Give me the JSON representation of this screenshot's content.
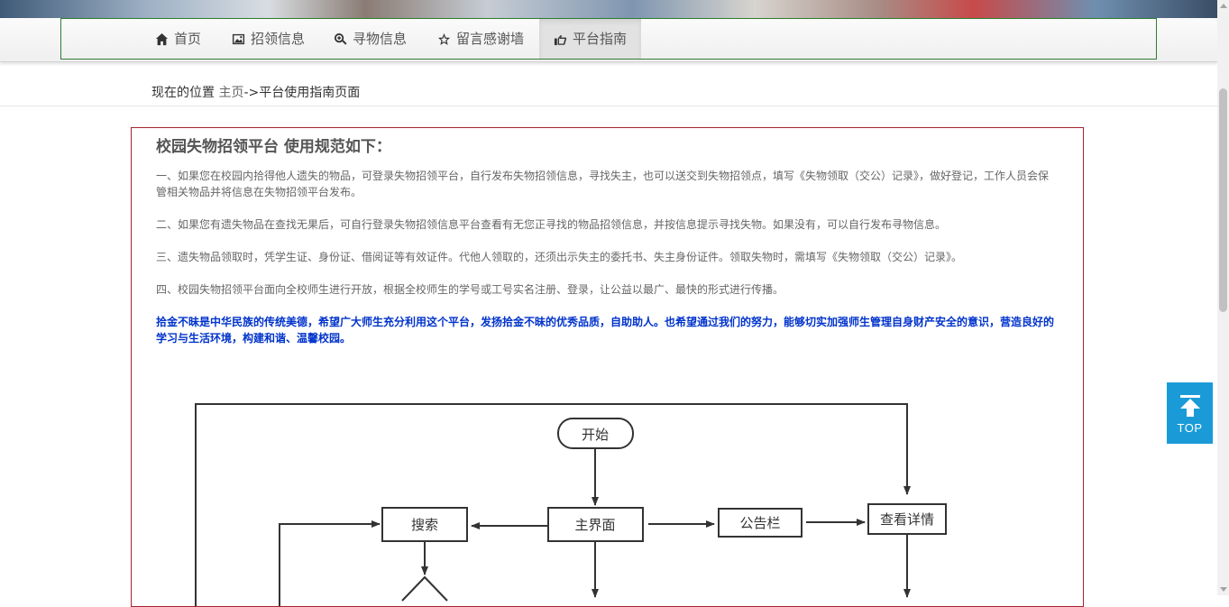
{
  "nav": {
    "items": [
      {
        "label": "首页",
        "icon": "home-icon"
      },
      {
        "label": "招领信息",
        "icon": "picture-icon"
      },
      {
        "label": "寻物信息",
        "icon": "magnifier-icon"
      },
      {
        "label": "留言感谢墙",
        "icon": "star-icon"
      },
      {
        "label": "平台指南",
        "icon": "hand-pointer-icon",
        "active": true
      }
    ]
  },
  "breadcrumb": {
    "prefix": "现在的位置",
    "home": "主页",
    "current": "->平台使用指南页面"
  },
  "guide": {
    "title": "校园失物招领平台 使用规范如下：",
    "paragraphs": [
      "一、如果您在校园内拾得他人遗失的物品，可登录失物招领平台，自行发布失物招领信息，寻找失主，也可以送交到失物招领点，填写《失物领取（交公）记录》，做好登记，工作人员会保管相关物品并将信息在失物招领平台发布。",
      "二、如果您有遗失物品在查找无果后，可自行登录失物招领信息平台查看有无您正寻找的物品招领信息，并按信息提示寻找失物。如果没有，可以自行发布寻物信息。",
      "三、遗失物品领取时，凭学生证、身份证、借阅证等有效证件。代他人领取的，还须出示失主的委托书、失主身份证件。领取失物时，需填写《失物领取（交公）记录》。",
      "四、校园失物招领平台面向全校师生进行开放，根据全校师生的学号或工号实名注册、登录，让公益以最广、最快的形式进行传播。"
    ],
    "emphasis": "拾金不昧是中华民族的传统美德，希望广大师生充分利用这个平台，发扬拾金不昧的优秀品质，自助助人。也希望通过我们的努力，能够切实加强师生管理自身财产安全的意识，营造良好的学习与生活环境，构建和谐、温馨校园。"
  },
  "flowchart": {
    "start": "开始",
    "main": "主界面",
    "search": "搜索",
    "notice": "公告栏",
    "detail": "查看详情"
  },
  "back_to_top": {
    "label": "TOP"
  }
}
